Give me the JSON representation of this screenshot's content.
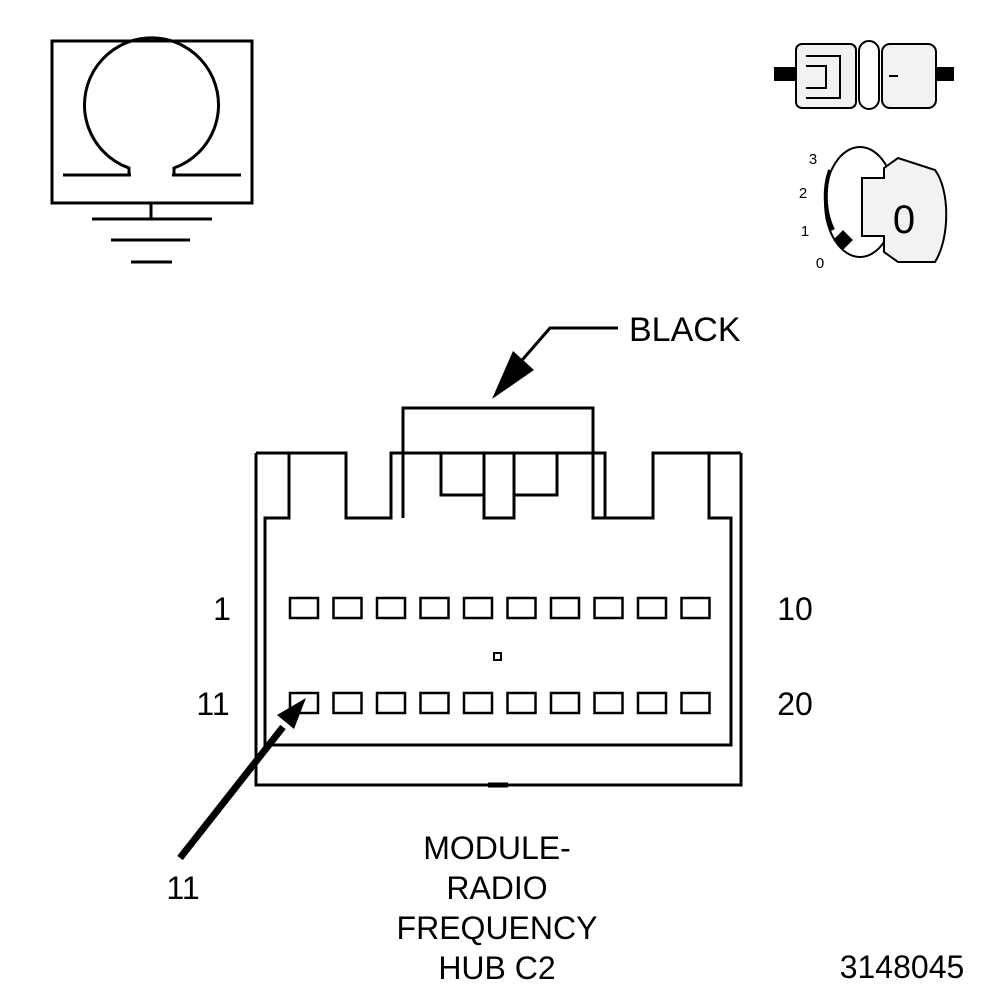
{
  "icons": {
    "ohmmeter": "ohm-meter-ground-icon",
    "disconnect": "disconnected-connector-icon",
    "ignition": "ignition-key-off-icon"
  },
  "ignition": {
    "positions": [
      "3",
      "2",
      "1",
      "0"
    ],
    "key_label": "0"
  },
  "connector": {
    "color_label": "BLACK",
    "name_lines": [
      "MODULE-",
      "RADIO",
      "FREQUENCY",
      "HUB C2"
    ],
    "top_row": {
      "first": "1",
      "last": "10",
      "count": 10
    },
    "bottom_row": {
      "first": "11",
      "last": "20",
      "count": 10
    },
    "callout_pin": "11"
  },
  "figure_id": "3148045",
  "colors": {
    "ink": "#000000",
    "paper": "#ffffff",
    "key_fill": "#f2f2f2"
  }
}
